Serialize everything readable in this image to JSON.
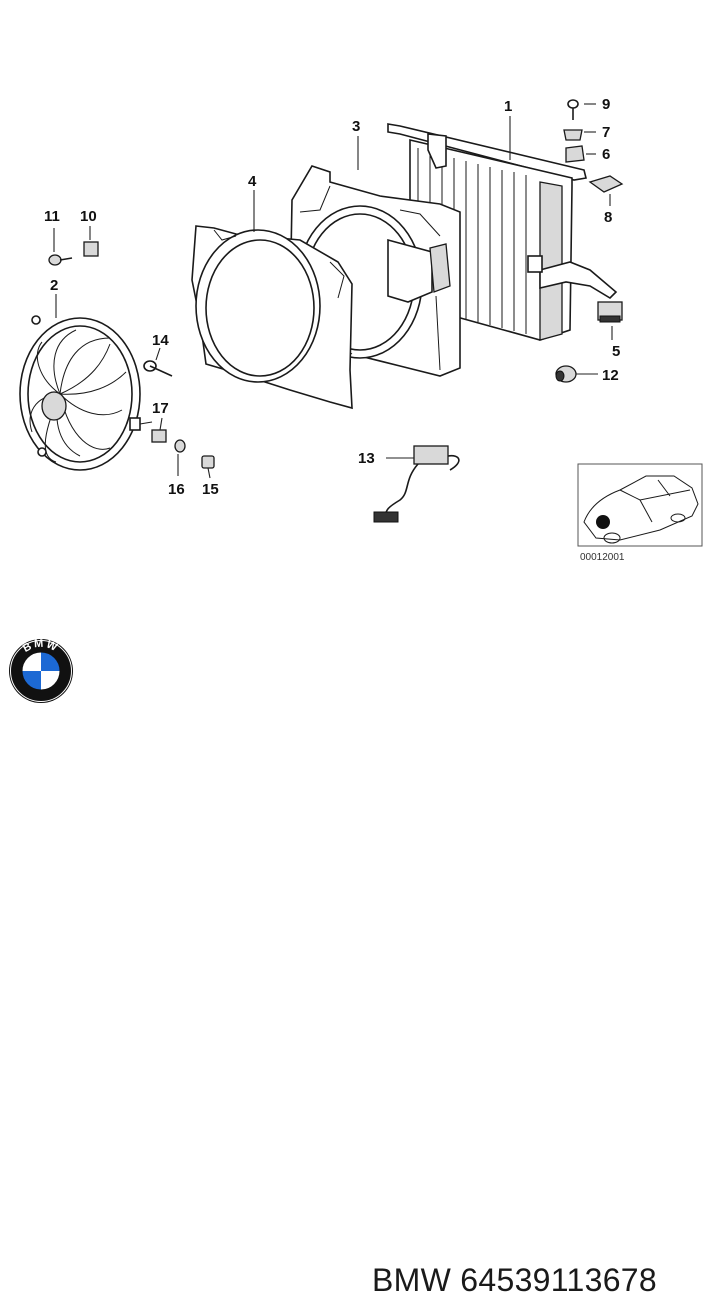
{
  "callouts": {
    "c1": "1",
    "c2": "2",
    "c3": "3",
    "c4": "4",
    "c5": "5",
    "c6": "6",
    "c7": "7",
    "c8": "8",
    "c9": "9",
    "c10": "10",
    "c11": "11",
    "c12": "12",
    "c13": "13",
    "c14": "14",
    "c15": "15",
    "c16": "16",
    "c17": "17"
  },
  "inset": {
    "code": "00012001"
  },
  "brand": {
    "logo_text": "BMW",
    "part_label": "BMW 64539113678"
  },
  "colors": {
    "ink": "#1a1a1a",
    "logo_blue": "#1c69d4",
    "logo_ring": "#111111"
  }
}
